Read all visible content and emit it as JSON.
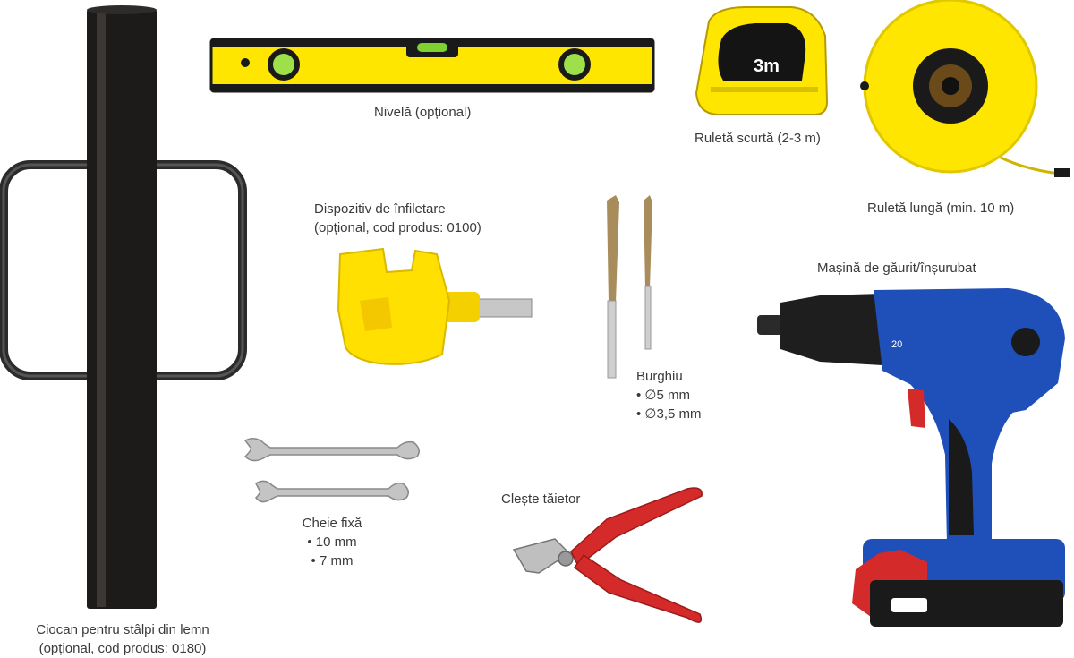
{
  "colors": {
    "yellow": "#FFE600",
    "black": "#1a1a1a",
    "blue": "#1f4fb8",
    "red": "#d42a2a",
    "steel": "#b8b8b8"
  },
  "tools": {
    "post_driver": {
      "icon": "post-driver-icon",
      "lines": [
        "Ciocan pentru stâlpi din lemn",
        "(opțional, cod produs: 0180)"
      ]
    },
    "level": {
      "icon": "spirit-level-icon",
      "lines": [
        "Nivelă (opțional)"
      ]
    },
    "tape_short": {
      "icon": "tape-measure-icon",
      "marking": "3m",
      "lines": [
        "Ruletă scurtă (2-3 m)"
      ]
    },
    "tape_long": {
      "icon": "long-tape-measure-icon",
      "lines": [
        "Ruletă lungă (min. 10 m)"
      ]
    },
    "screw_tool": {
      "icon": "screw-in-adapter-icon",
      "lines": [
        "Dispozitiv de înfiletare",
        "(opțional, cod produs: 0100)"
      ]
    },
    "drill_bits": {
      "icon": "drill-bit-icon",
      "lines": [
        "Burghiu",
        "• ∅5 mm",
        "• ∅3,5 mm"
      ]
    },
    "drill": {
      "icon": "cordless-drill-icon",
      "marking": "20",
      "lines": [
        "Mașină de găurit/înșurubat"
      ]
    },
    "wrenches": {
      "icon": "combination-wrench-icon",
      "lines": [
        "Cheie fixă",
        "• 10 mm",
        "• 7 mm"
      ]
    },
    "cutters": {
      "icon": "side-cutter-icon",
      "lines": [
        "Clește tăietor"
      ]
    }
  }
}
